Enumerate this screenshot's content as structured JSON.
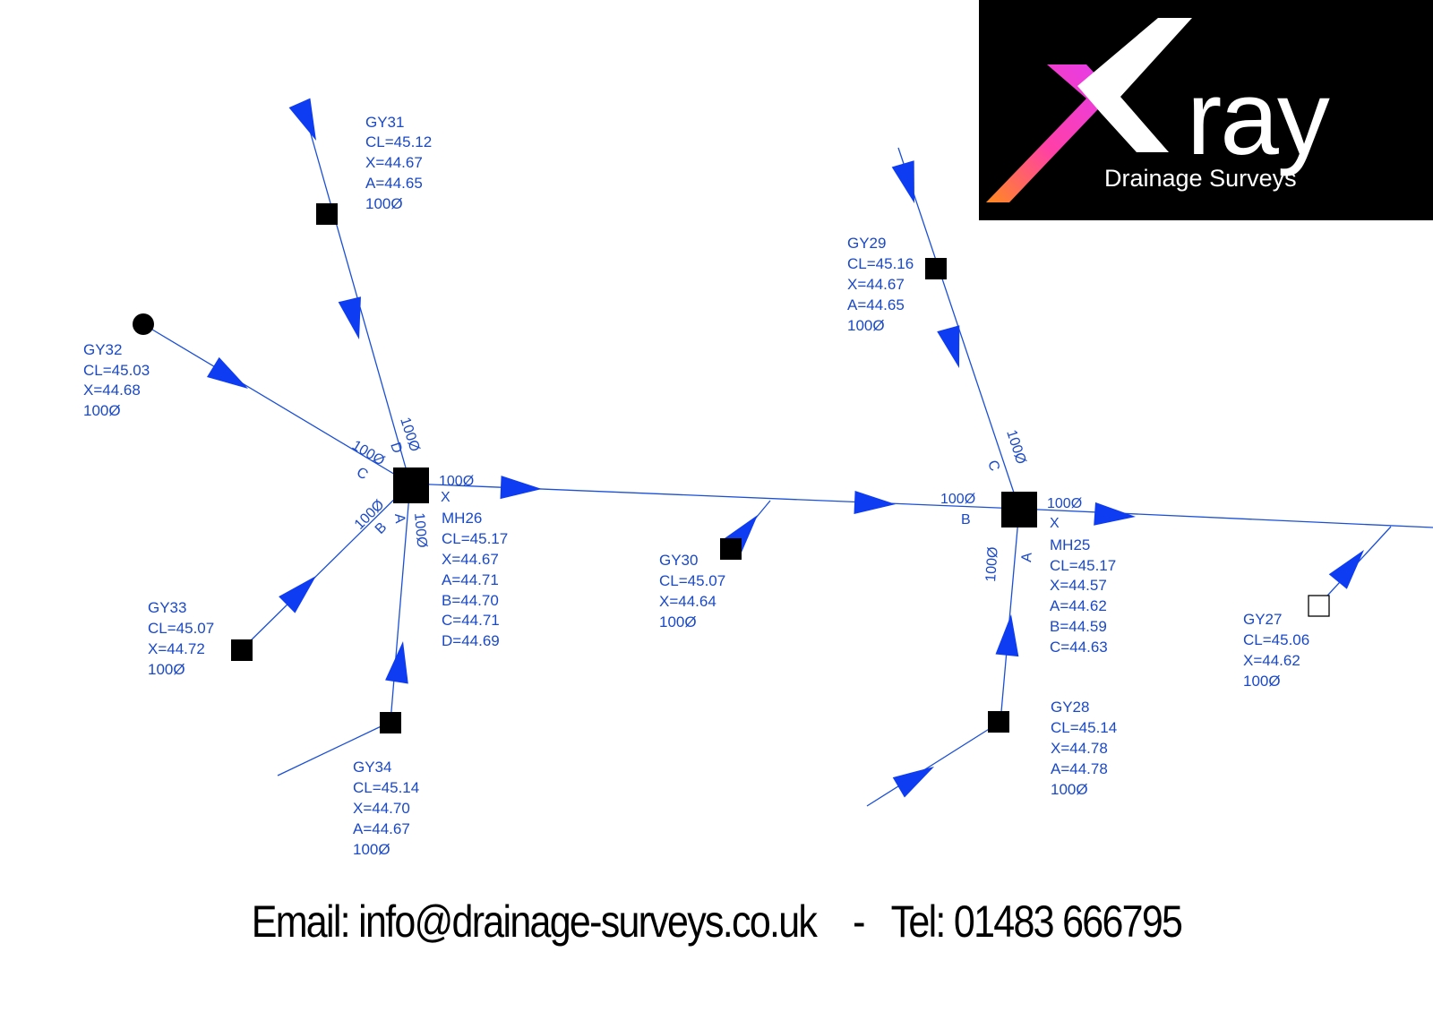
{
  "colors": {
    "pipe": "#1a4fd6",
    "arrow": "#0d3cf2",
    "text": "#1a49c8",
    "node": "#000000",
    "logo_bg": "#000000"
  },
  "logo": {
    "letter": "X",
    "word": "ray",
    "tagline": "Drainage Surveys"
  },
  "footer": {
    "text": "Email: info@drainage-surveys.co.uk    -   Tel: 01483 666795"
  },
  "nodes": {
    "gy31": [
      "GY31",
      "CL=45.12",
      "X=44.67",
      "A=44.65",
      "100Ø"
    ],
    "gy32": [
      "GY32",
      "CL=45.03",
      "X=44.68",
      "100Ø"
    ],
    "gy33": [
      "GY33",
      "CL=45.07",
      "X=44.72",
      "100Ø"
    ],
    "gy34": [
      "GY34",
      "CL=45.14",
      "X=44.70",
      "A=44.67",
      "100Ø"
    ],
    "mh26": [
      "MH26",
      "CL=45.17",
      "X=44.67",
      "A=44.71",
      "B=44.70",
      "C=44.71",
      "D=44.69"
    ],
    "gy30": [
      "GY30",
      "CL=45.07",
      "X=44.64",
      "100Ø"
    ],
    "gy29": [
      "GY29",
      "CL=45.16",
      "X=44.67",
      "A=44.65",
      "100Ø"
    ],
    "mh25": [
      "MH25",
      "CL=45.17",
      "X=44.57",
      "A=44.62",
      "B=44.59",
      "C=44.63"
    ],
    "gy28": [
      "GY28",
      "CL=45.14",
      "X=44.78",
      "A=44.78",
      "100Ø"
    ],
    "gy27": [
      "GY27",
      "CL=45.06",
      "X=44.62",
      "100Ø"
    ]
  },
  "pipe_labels": {
    "mh26_d_size": "100Ø",
    "mh26_d_letter": "D",
    "mh26_c_size": "100Ø",
    "mh26_c_letter": "C",
    "mh26_x_size": "100Ø",
    "mh26_x_letter": "X",
    "mh26_b_size": "100Ø",
    "mh26_b_letter": "B",
    "mh26_a_size": "100Ø",
    "mh26_a_letter": "A",
    "mh25_c_size": "100Ø",
    "mh25_c_letter": "C",
    "mh25_b_size": "100Ø",
    "mh25_b_letter": "B",
    "mh25_x_size": "100Ø",
    "mh25_x_letter": "X",
    "mh25_a_size": "100Ø",
    "mh25_a_letter": "A"
  }
}
